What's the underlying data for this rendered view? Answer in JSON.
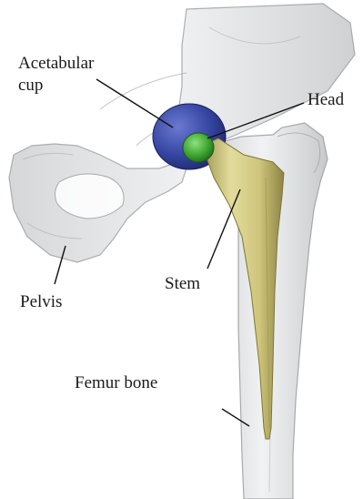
{
  "labels": {
    "acetabular_cup_line1": "Acetabular",
    "acetabular_cup_line2": "cup",
    "head": "Head",
    "pelvis": "Pelvis",
    "stem": "Stem",
    "femur_bone": "Femur bone"
  },
  "colors": {
    "bone": "#d4d6d8",
    "bone_outline": "#9a9ca0",
    "cup": "#2e3f9e",
    "head": "#3aa12f",
    "stem": "#c9c27a",
    "leader_line": "#111111"
  }
}
